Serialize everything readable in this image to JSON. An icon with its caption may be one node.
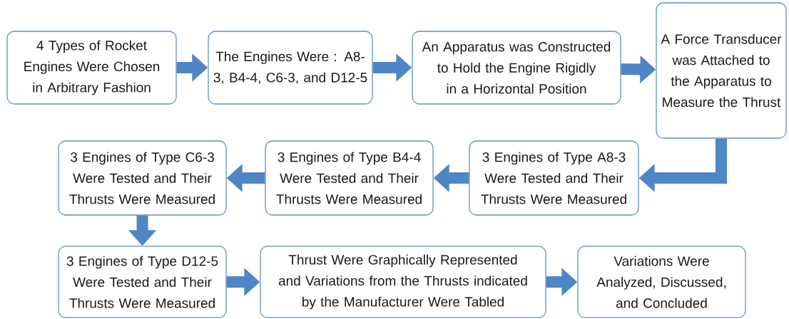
{
  "diagram": {
    "nodes": [
      {
        "text": [
          "4 Types of Rocket Engines Were Chosen in Arbitrary Fashion"
        ]
      },
      {
        "text": [
          "The Engines Were : A8-3, B4-4, C6-3, and D12-5"
        ]
      },
      {
        "text": [
          "An Apparatus was Constructed to Hold the Engine Rigidly in a Horizontal Position"
        ]
      },
      {
        "text": [
          "A Force Transducer was Attached to the Apparatus to Measure the Thrust"
        ]
      },
      {
        "text": [
          "3 Engines of Type A8-3 Were Tested and Their Thrusts Were Measured"
        ]
      },
      {
        "text": [
          "3 Engines of Type B4-4 Were Tested and Their Thrusts Were Measured"
        ]
      },
      {
        "text": [
          "3 Engines of Type C6-3 Were Tested and Their Thrusts Were Measured"
        ]
      },
      {
        "text": [
          "3 Engines of Type D12-5 Were Tested and Their Thrusts Were Measured"
        ]
      },
      {
        "text": [
          "Thrust Were Graphically Represented and Variations from the Thrusts indicated by the Manufacturer Were Tabled"
        ]
      },
      {
        "text": [
          "Variations Were Analyzed, Discussed, and Concluded"
        ]
      }
    ],
    "edges": [
      {
        "from": 0,
        "to": 1,
        "arrow": "to"
      },
      {
        "from": 1,
        "to": 2,
        "arrow": "to"
      },
      {
        "from": 2,
        "to": 3,
        "arrow": "to"
      },
      {
        "from": 3,
        "to": 4,
        "arrow": "to"
      },
      {
        "from": 4,
        "to": 5,
        "arrow": "to"
      },
      {
        "from": 5,
        "to": 6,
        "arrow": "to"
      },
      {
        "from": 6,
        "to": 7,
        "arrow": "to"
      },
      {
        "from": 7,
        "to": 8,
        "arrow": "to"
      },
      {
        "from": 8,
        "to": 9,
        "arrow": "to"
      }
    ]
  }
}
